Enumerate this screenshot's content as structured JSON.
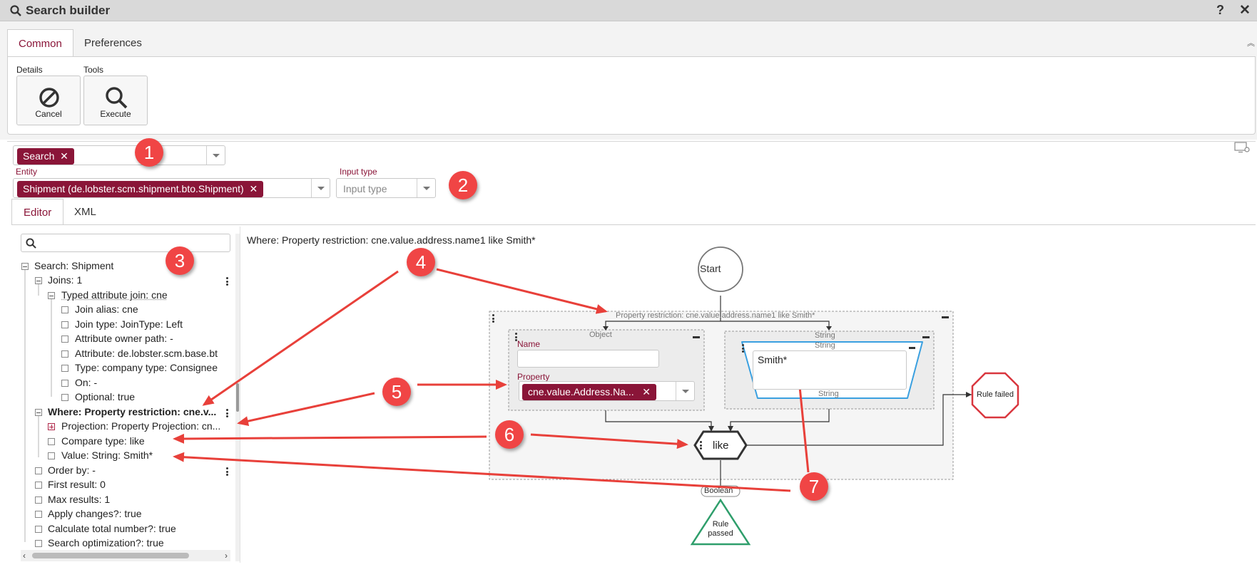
{
  "window": {
    "title": "Search builder",
    "help_icon": "?",
    "close_icon": "✕"
  },
  "ribbon": {
    "tabs": [
      {
        "label": "Common",
        "active": true
      },
      {
        "label": "Preferences",
        "active": false
      }
    ],
    "groups": [
      {
        "label": "Details",
        "buttons": [
          {
            "label": "Cancel",
            "icon": "cancel-icon"
          }
        ]
      },
      {
        "label": "Tools",
        "buttons": [
          {
            "label": "Execute",
            "icon": "search-icon"
          }
        ]
      }
    ]
  },
  "search_selector": {
    "chip": "Search"
  },
  "entity": {
    "label": "Entity",
    "chip": "Shipment (de.lobster.scm.shipment.bto.Shipment)"
  },
  "input_type": {
    "label": "Input type",
    "placeholder": "Input type"
  },
  "editor_tabs": [
    {
      "label": "Editor",
      "active": true
    },
    {
      "label": "XML",
      "active": false
    }
  ],
  "tree": {
    "items": [
      {
        "label": "Search: Shipment"
      },
      {
        "label": "Joins: 1"
      },
      {
        "label": "Typed attribute join: cne"
      },
      {
        "label": "Join alias: cne"
      },
      {
        "label": "Join type: JoinType: Left"
      },
      {
        "label": "Attribute owner path: -"
      },
      {
        "label": "Attribute: de.lobster.scm.base.bt"
      },
      {
        "label": "Type: company type: Consignee"
      },
      {
        "label": "On: -"
      },
      {
        "label": "Optional: true"
      },
      {
        "label": "Where: Property restriction: cne.v..."
      },
      {
        "label": "Projection: Property Projection: cn..."
      },
      {
        "label": "Compare type: like"
      },
      {
        "label": "Value: String: Smith*"
      },
      {
        "label": "Order by: -"
      },
      {
        "label": "First result: 0"
      },
      {
        "label": "Max results: 1"
      },
      {
        "label": "Apply changes?: true"
      },
      {
        "label": "Calculate total number?: true"
      },
      {
        "label": "Search optimization?: true"
      }
    ]
  },
  "diagram": {
    "caption": "Where: Property restriction: cne.value.address.name1 like Smith*",
    "start_label": "Start",
    "restriction_label": "Property restriction: cne.value.address.name1 like Smith*",
    "object_box": {
      "type_label": "Object",
      "name_label": "Name",
      "name_value": "",
      "property_label": "Property",
      "property_chip": "cne.value.Address.Na..."
    },
    "string_box": {
      "outer_label": "String",
      "inner_label": "String",
      "value": "Smith*",
      "footer_label": "String"
    },
    "operator_label": "like",
    "output_type_label": "Boolean",
    "rule_failed_label": "Rule failed",
    "rule_passed_label": "Rule passed"
  },
  "annotations": [
    "1",
    "2",
    "3",
    "4",
    "5",
    "6",
    "7"
  ],
  "colors": {
    "accent": "#8a1538",
    "annotation": "#f04545",
    "rule_failed": "#d9363e",
    "rule_passed": "#2e9e6b",
    "string_border": "#3aa0e0"
  }
}
